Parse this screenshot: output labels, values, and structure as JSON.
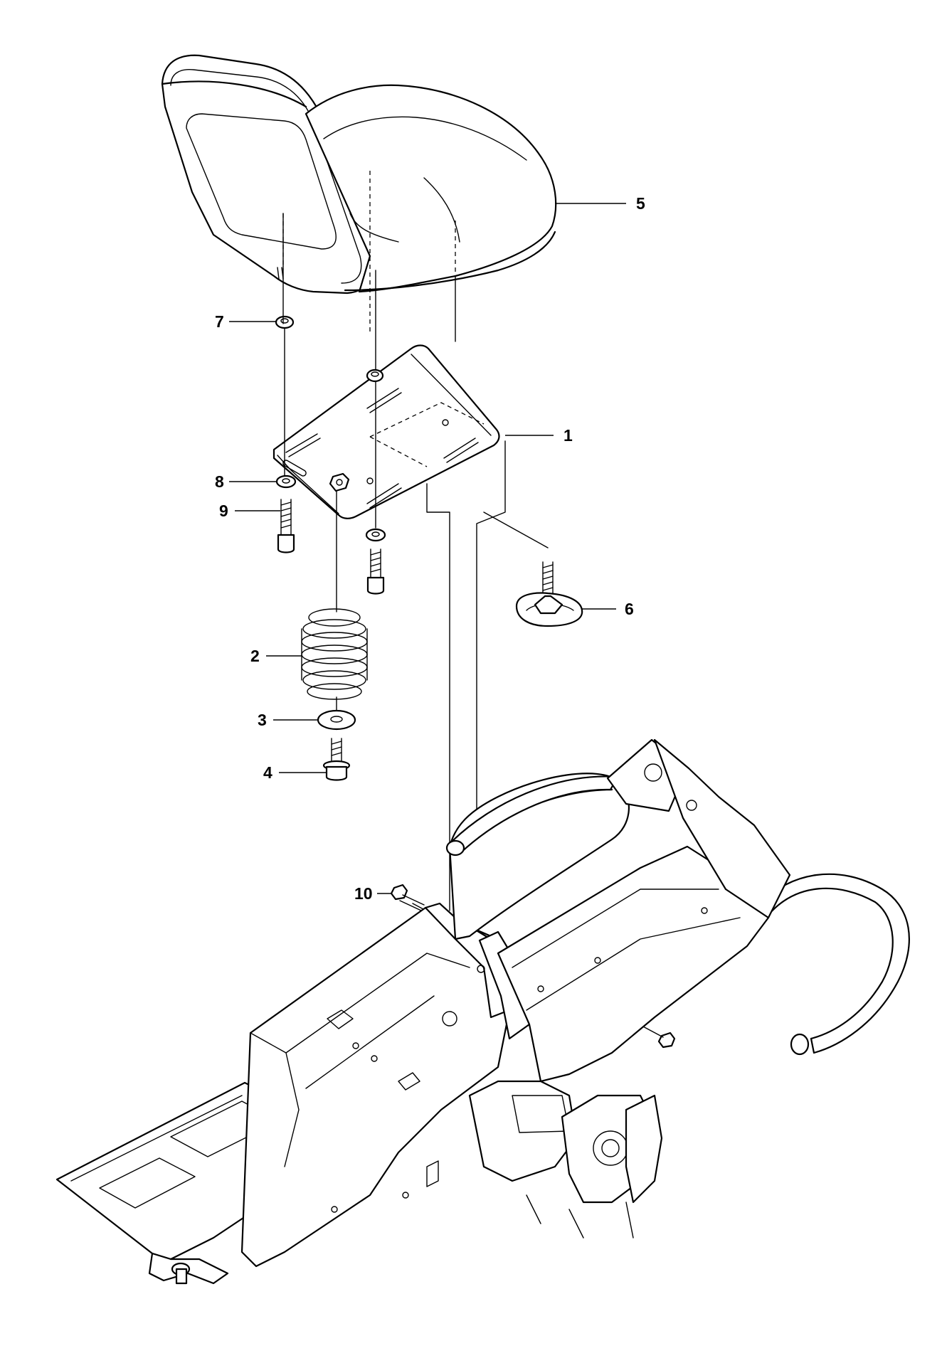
{
  "callouts": [
    {
      "id": "1",
      "label": "1",
      "part": "seat-plate"
    },
    {
      "id": "2",
      "label": "2",
      "part": "spring"
    },
    {
      "id": "3",
      "label": "3",
      "part": "washer"
    },
    {
      "id": "4",
      "label": "4",
      "part": "bolt"
    },
    {
      "id": "5",
      "label": "5",
      "part": "seat"
    },
    {
      "id": "6",
      "label": "6",
      "part": "knob"
    },
    {
      "id": "7",
      "label": "7",
      "part": "nut"
    },
    {
      "id": "8",
      "label": "8",
      "part": "washer-small"
    },
    {
      "id": "9",
      "label": "9",
      "part": "screw"
    },
    {
      "id": "10",
      "label": "10",
      "part": "bolt-frame"
    }
  ],
  "colors": {
    "line": "#000000",
    "background": "#ffffff"
  }
}
